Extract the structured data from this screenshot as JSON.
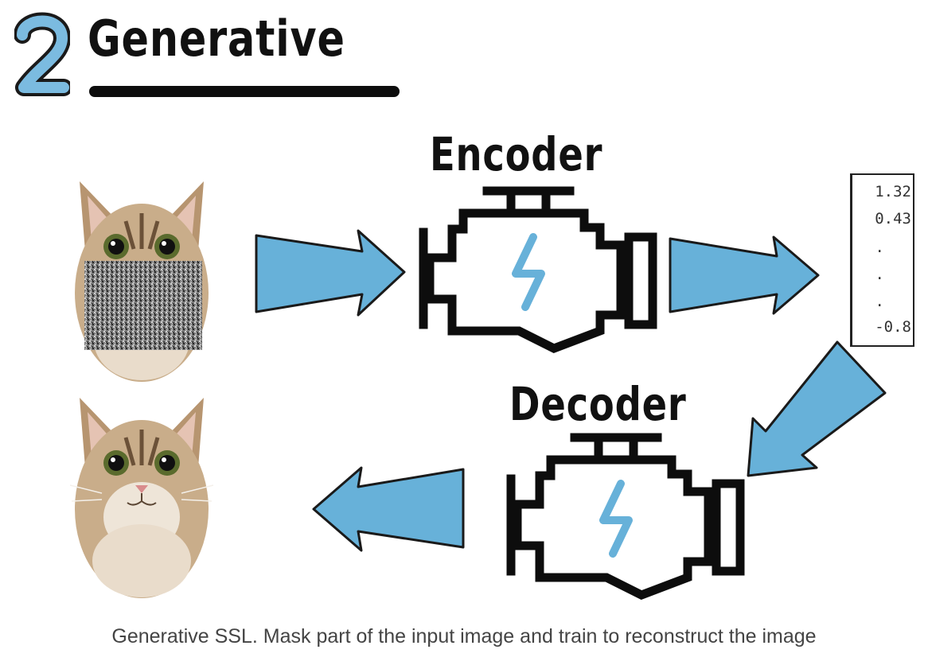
{
  "header": {
    "number": "2",
    "title": "Generative"
  },
  "encoder": {
    "label": "Encoder"
  },
  "decoder": {
    "label": "Decoder"
  },
  "latent_vector": {
    "values": [
      "1.32",
      "0.43",
      ".",
      ".",
      ".",
      "-0.8"
    ]
  },
  "images": {
    "input": "masked-cat-photo",
    "output": "reconstructed-cat-photo"
  },
  "caption": "Generative SSL. Mask part of the input image and train to reconstruct the image",
  "colors": {
    "arrow": "#67b1d9",
    "arrow_stroke": "#1a1a1a",
    "ink": "#111111",
    "number_fill": "#7bbbe0",
    "lightning": "#67b1d9"
  }
}
